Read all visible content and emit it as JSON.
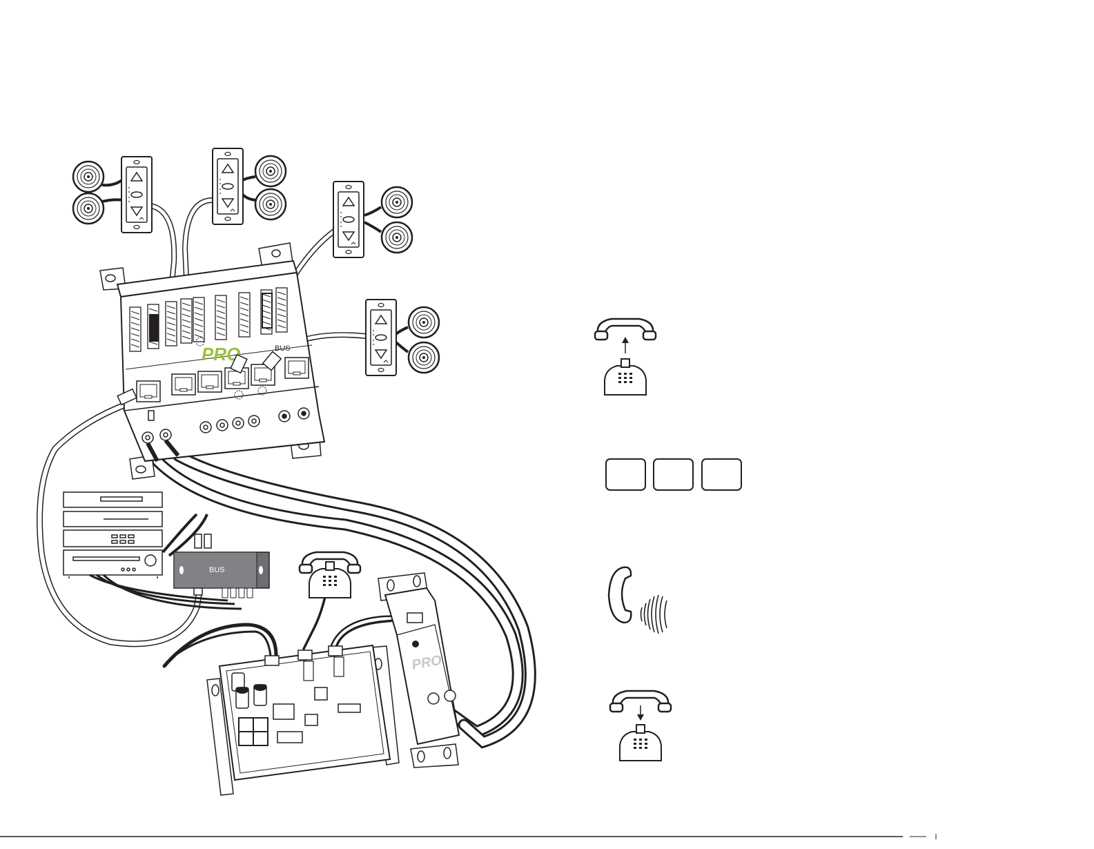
{
  "hub": {
    "logo_text": "PRO",
    "brand_text": "BUS",
    "logo_color": "#9cc03b"
  },
  "interface_box": {
    "brand_text": "BUS"
  },
  "telephone_module": {
    "logo_text": "PRO"
  },
  "steps": [
    {
      "icon": "lift-handset-icon"
    },
    {
      "icon": "dial-code-boxes-icon",
      "box_count": 3
    },
    {
      "icon": "listen-handset-icon"
    },
    {
      "icon": "hang-up-handset-icon"
    }
  ]
}
